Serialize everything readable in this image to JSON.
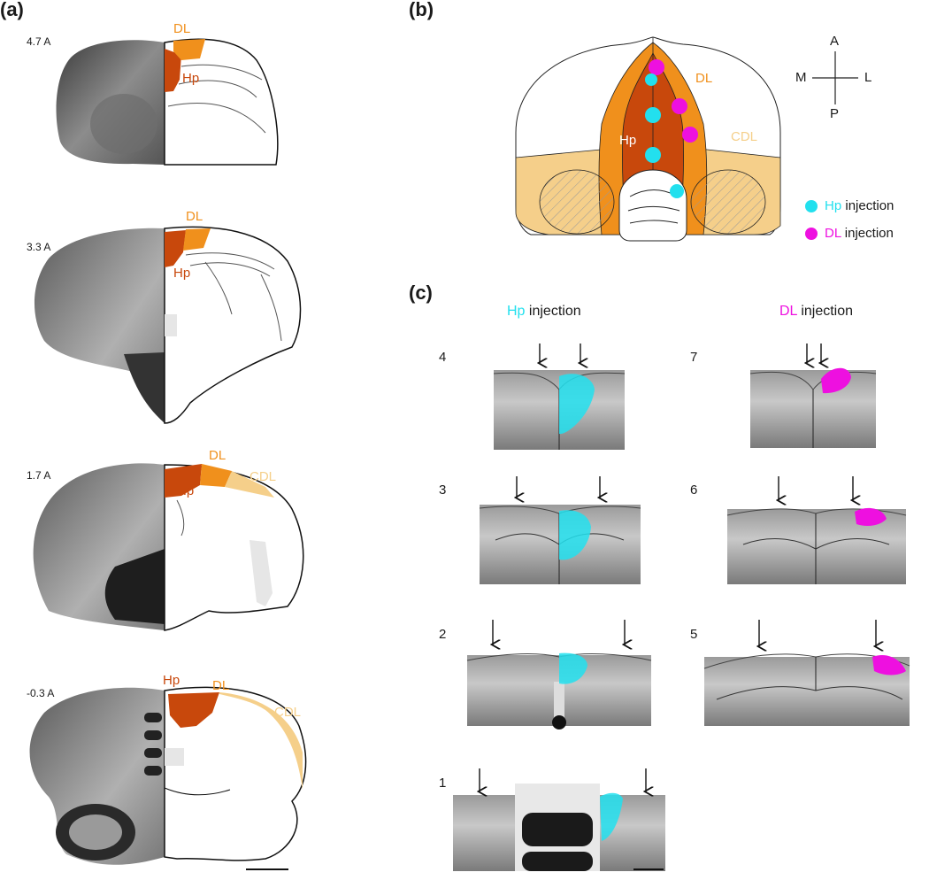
{
  "panels": {
    "a": "(a)",
    "b": "(b)",
    "c": "(c)"
  },
  "panel_a": {
    "sections": [
      {
        "coord": "4.7 A",
        "labels": {
          "dl": "DL",
          "hp": "Hp"
        }
      },
      {
        "coord": "3.3 A",
        "labels": {
          "dl": "DL",
          "hp": "Hp"
        }
      },
      {
        "coord": "1.7 A",
        "labels": {
          "dl": "DL",
          "hp": "Hp",
          "cdl": "CDL"
        }
      },
      {
        "coord": "-0.3 A",
        "labels": {
          "dl": "DL",
          "hp": "Hp",
          "cdl": "CDL"
        }
      }
    ]
  },
  "panel_b": {
    "labels": {
      "dl": "DL",
      "hp": "Hp",
      "cdl": "CDL"
    },
    "compass": {
      "a": "A",
      "p": "P",
      "m": "M",
      "l": "L"
    },
    "legend": [
      {
        "region": "Hp",
        "text": "injection",
        "color": "#22e0ee"
      },
      {
        "region": "DL",
        "text": "injection",
        "color": "#ee10e0"
      }
    ]
  },
  "panel_c": {
    "headers": {
      "hp_region": "Hp",
      "hp_text": "injection",
      "dl_region": "DL",
      "dl_text": "injection"
    },
    "case_numbers": [
      "1",
      "2",
      "3",
      "4",
      "5",
      "6",
      "7"
    ]
  },
  "colors": {
    "hp": "#c8480c",
    "dl": "#f0901c",
    "cdl": "#f5cf8a",
    "hp_injection": "#22e0ee",
    "dl_injection": "#ee10e0"
  }
}
